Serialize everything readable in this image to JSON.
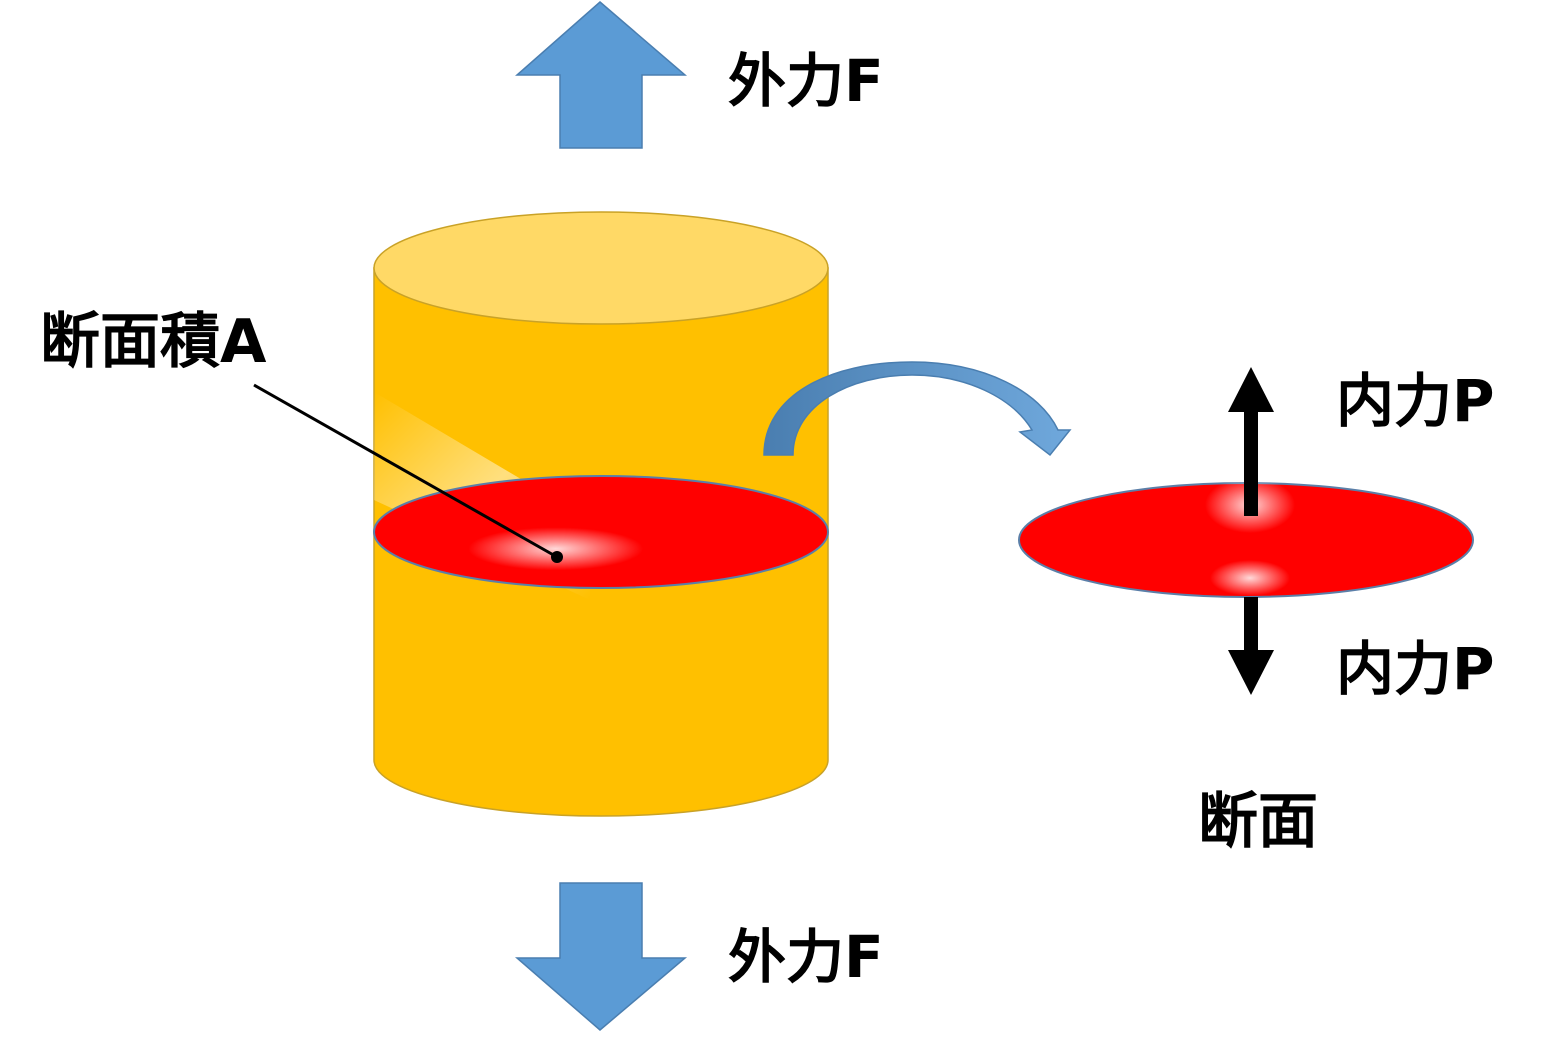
{
  "labels": {
    "external_force_top": "外力F",
    "external_force_bottom": "外力F",
    "cross_section_area": "断面積A",
    "internal_force_top": "内力P",
    "internal_force_bottom": "内力P",
    "cross_section": "断面"
  },
  "colors": {
    "cylinder_body": "#FFC000",
    "cylinder_top": "#FFD966",
    "cylinder_edge": "#C9A227",
    "section_fill": "#FF0000",
    "section_edge": "#5B7FA8",
    "arrow_blue": "#5B9BD5",
    "arrow_blue_edge": "#4A7EB0",
    "internal_arrow": "#000000"
  }
}
